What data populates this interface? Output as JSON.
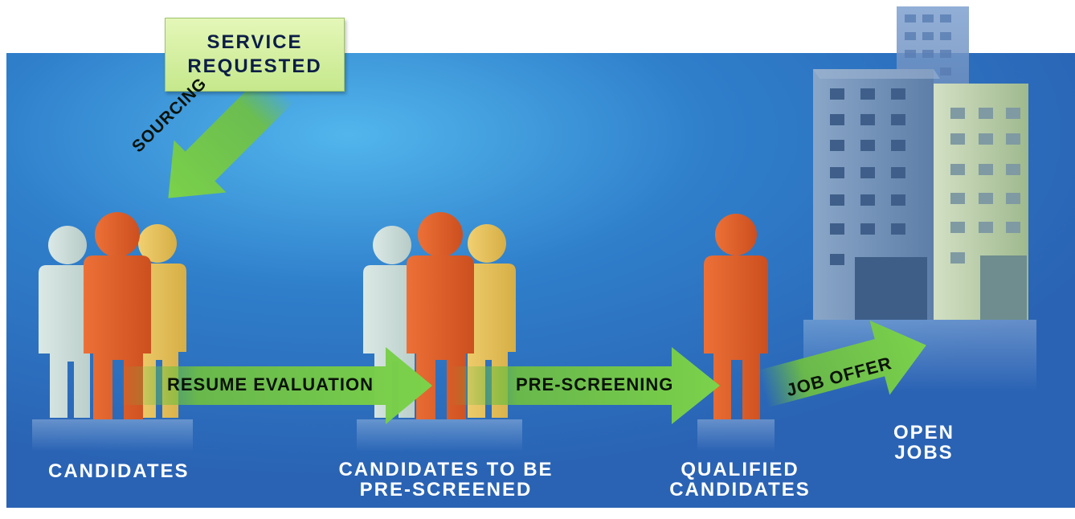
{
  "service_box": {
    "line1": "SERVICE",
    "line2": "REQUESTED"
  },
  "arrows": {
    "sourcing": "SOURCING",
    "resume_evaluation": "RESUME EVALUATION",
    "pre_screening": "PRE-SCREENING",
    "job_offer": "JOB OFFER"
  },
  "stages": {
    "candidates": "CANDIDATES",
    "to_be_prescreened_line1": "CANDIDATES TO BE",
    "to_be_prescreened_line2": "PRE-SCREENED",
    "qualified_line1": "QUALIFIED",
    "qualified_line2": "CANDIDATES",
    "open_jobs_line1": "OPEN",
    "open_jobs_line2": "JOBS"
  },
  "colors": {
    "background": "#2f6fbf",
    "arrow": "#6fc040",
    "person_orange": "#e0602a",
    "person_pale": "#c9dcd8",
    "person_yellow": "#e8c45a",
    "building_blue": "#6f8fb8",
    "building_green": "#b7cda4"
  }
}
